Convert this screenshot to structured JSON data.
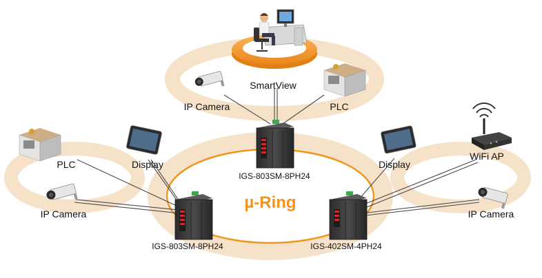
{
  "ring_label": "µ-Ring",
  "colors": {
    "ring_outer": "#f6e2c9",
    "ring_inner": "#ffffff",
    "ring_line": "#f0941e",
    "ring_label": "#f0941e",
    "platform": "#f59a31",
    "switch_body": "#3a3a3a",
    "port_red": "#d62828",
    "port_green": "#3ea84a",
    "cable": "#4a4a4a"
  },
  "switches": {
    "top": "IGS-803SM-8PH24",
    "left": "IGS-803SM-8PH24",
    "right": "IGS-402SM-4PH24"
  },
  "devices": {
    "smartview": "SmartView",
    "top_ipcamera": "IP Camera",
    "top_plc": "PLC",
    "left_plc": "PLC",
    "left_display": "Display",
    "left_ipcamera": "IP Camera",
    "right_display": "Display",
    "right_wifi": "WiFi AP",
    "right_ipcamera": "IP Camera"
  }
}
